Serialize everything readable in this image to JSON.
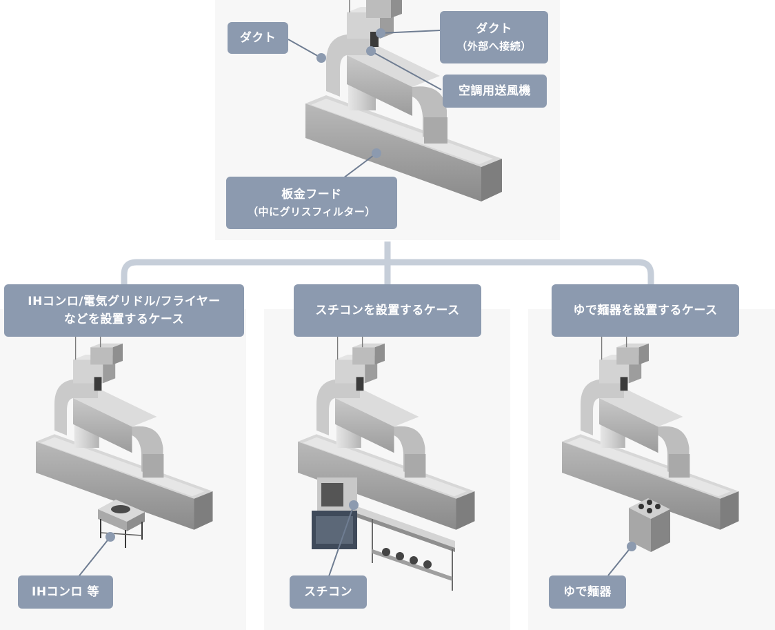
{
  "top": {
    "labels": {
      "duct": "ダクト",
      "duct_external": "ダクト",
      "duct_external_sub": "（外部へ接続）",
      "fan": "空調用送風機",
      "hood": "板金フード",
      "hood_sub": "（中にグリスフィルター）"
    }
  },
  "cases": [
    {
      "title_line1": "IHコンロ/電気グリドル/フライヤー",
      "title_line2": "などを設置するケース",
      "equipment": "IHコンロ 等"
    },
    {
      "title_line1": "スチコンを設置するケース",
      "equipment": "スチコン"
    },
    {
      "title_line1": "ゆで麺器を設置するケース",
      "equipment": "ゆで麺器"
    }
  ],
  "colors": {
    "label_bg": "#8c9aaf",
    "connector": "#c6ced9",
    "panel_bg": "#f7f7f7",
    "leader": "#6f7d92"
  }
}
